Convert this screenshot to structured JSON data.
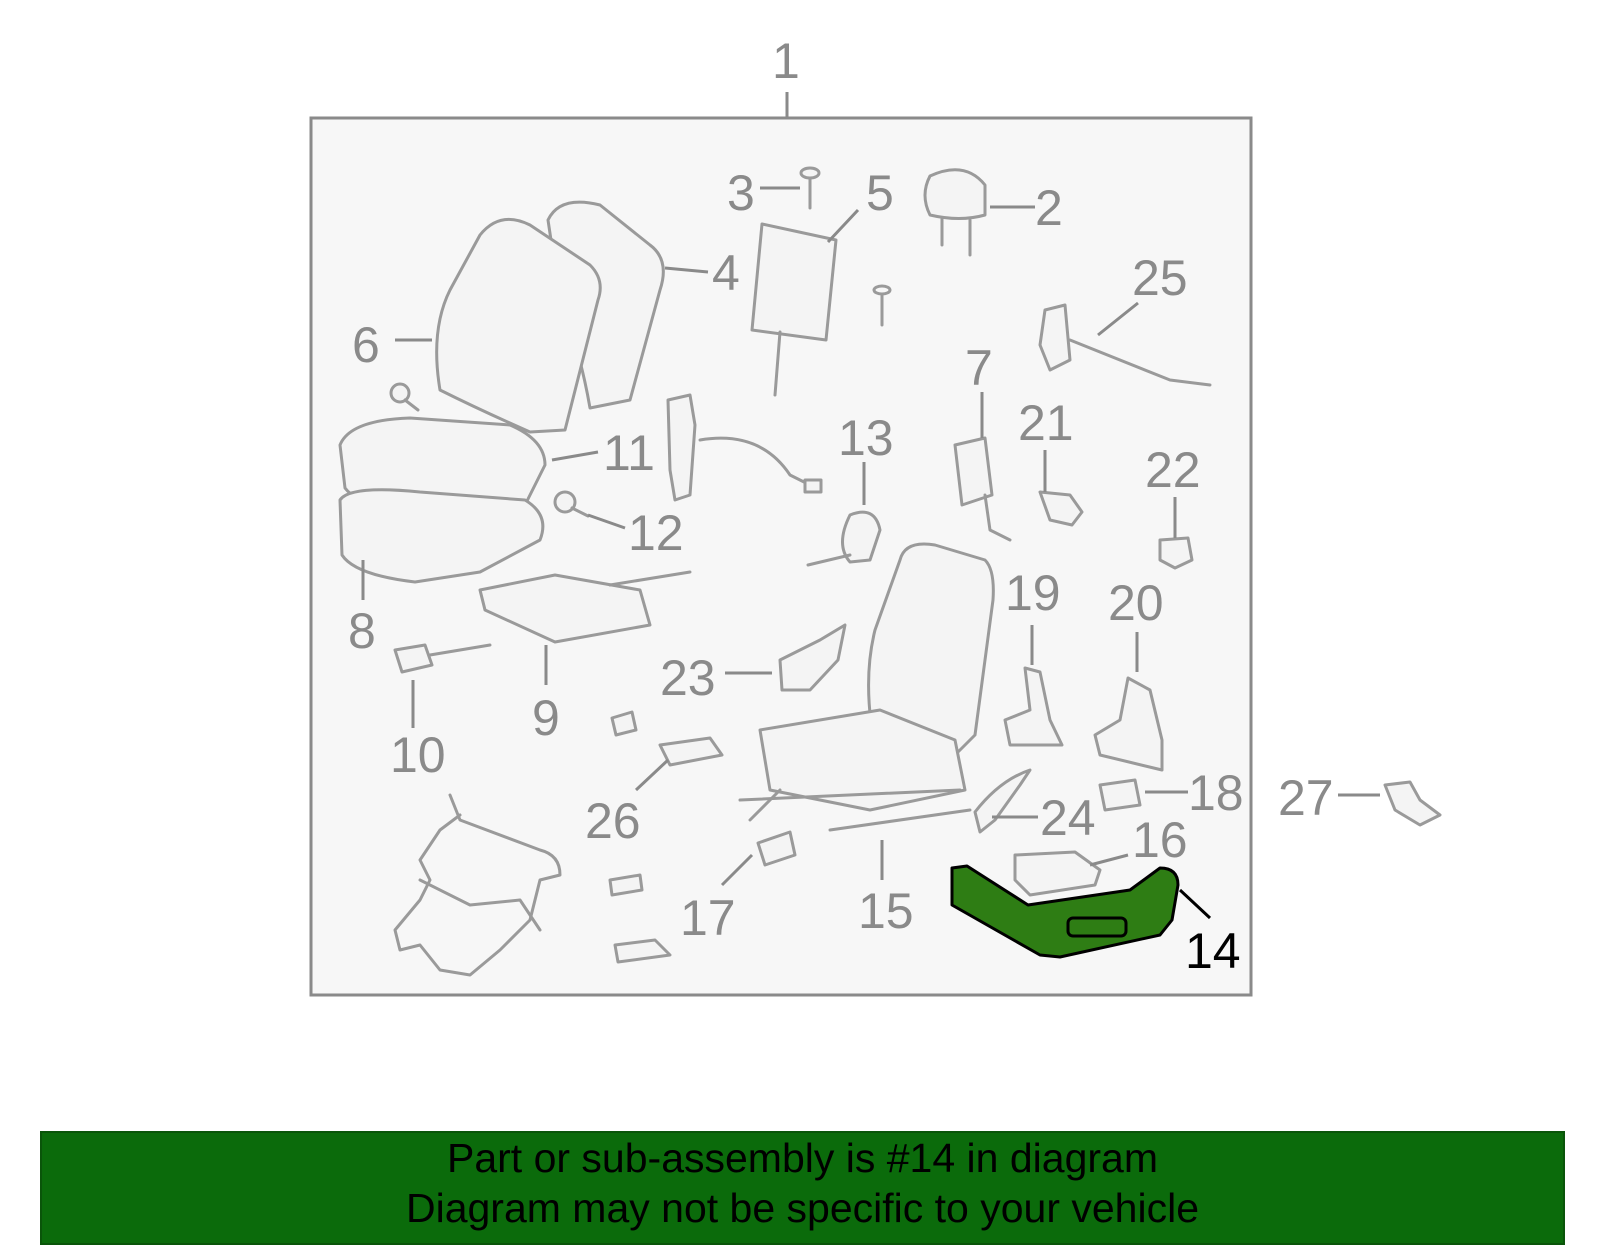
{
  "diagram": {
    "assembly_label": "1",
    "highlight_color": "#2e7d14",
    "highlighted_part": "14",
    "callouts": [
      "2",
      "3",
      "4",
      "5",
      "6",
      "7",
      "8",
      "9",
      "10",
      "11",
      "12",
      "13",
      "14",
      "15",
      "16",
      "17",
      "18",
      "19",
      "20",
      "21",
      "22",
      "23",
      "24",
      "25",
      "26",
      "27"
    ]
  },
  "banner": {
    "color": "#0b6b0b",
    "line1": "Part or sub-assembly is #14 in diagram",
    "line2": "Diagram may not be specific to your vehicle"
  }
}
